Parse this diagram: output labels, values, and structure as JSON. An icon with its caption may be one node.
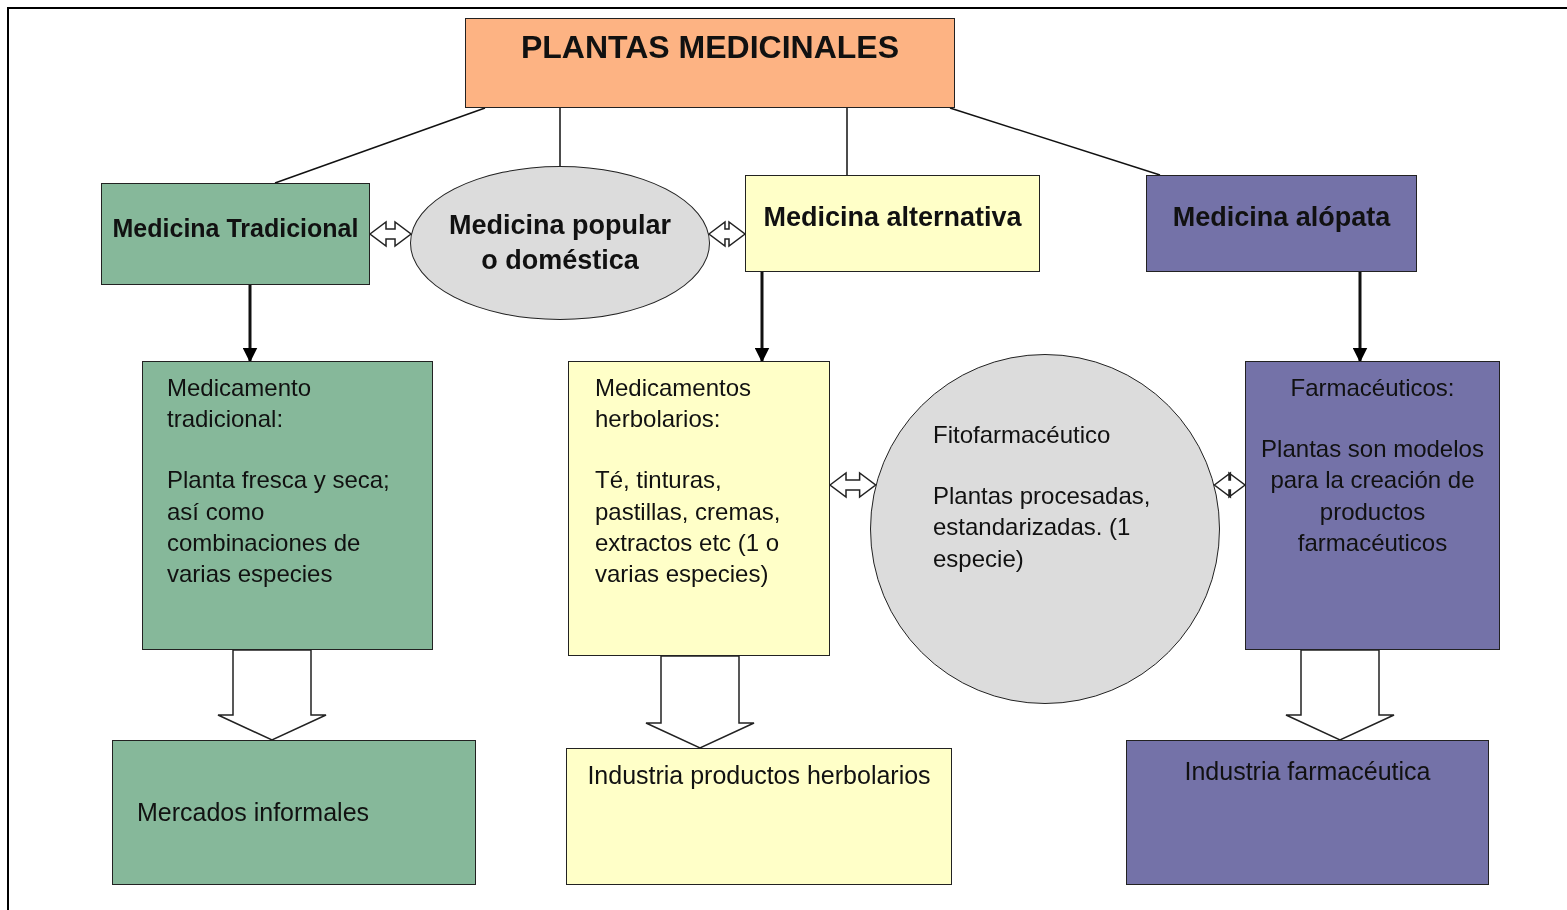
{
  "diagram": {
    "nodes": [
      {
        "text": [
          "PLANTAS  MEDICINALES"
        ]
      },
      {
        "text": [
          "Medicina Tradicional"
        ]
      },
      {
        "text": [
          "Medicina popular o doméstica"
        ]
      },
      {
        "text": [
          "Medicina alternativa"
        ]
      },
      {
        "text": [
          "Medicina alópata"
        ]
      },
      {
        "text": [
          "Medicamento tradicional:",
          "Planta  fresca y seca; así como combinaciones de varias especies"
        ]
      },
      {
        "text": [
          "Medicamentos herbolarios:",
          "Té, tinturas, pastillas, cremas, extractos etc (1 o varias especies)"
        ]
      },
      {
        "text": [
          "Fitofarmacéutico",
          "Plantas procesadas, estandarizadas. (1 especie)"
        ]
      },
      {
        "text": [
          "Farmacéuticos:",
          "Plantas son modelos para la creación de productos farmacéuticos"
        ]
      },
      {
        "text": [
          "Mercados informales"
        ]
      },
      {
        "text": [
          "Industria productos herbolarios"
        ]
      },
      {
        "text": [
          "Industria farmacéutica"
        ]
      }
    ],
    "edges": [
      {
        "from": 0,
        "to": 1,
        "arrow": "none"
      },
      {
        "from": 0,
        "to": 2,
        "arrow": "none"
      },
      {
        "from": 0,
        "to": 3,
        "arrow": "none"
      },
      {
        "from": 0,
        "to": 4,
        "arrow": "none"
      },
      {
        "from": 1,
        "to": 2,
        "arrow": "both",
        "style": "thick"
      },
      {
        "from": 2,
        "to": 3,
        "arrow": "both",
        "style": "thick"
      },
      {
        "from": 1,
        "to": 5,
        "arrow": "to"
      },
      {
        "from": 3,
        "to": 6,
        "arrow": "to"
      },
      {
        "from": 4,
        "to": 8,
        "arrow": "to"
      },
      {
        "from": 6,
        "to": 7,
        "arrow": "both",
        "style": "thick"
      },
      {
        "from": 7,
        "to": 8,
        "arrow": "both",
        "style": "thick"
      },
      {
        "from": 5,
        "to": 9,
        "arrow": "to",
        "style": "thick"
      },
      {
        "from": 6,
        "to": 10,
        "arrow": "to",
        "style": "thick"
      },
      {
        "from": 8,
        "to": 11,
        "arrow": "to",
        "style": "thick"
      }
    ]
  }
}
